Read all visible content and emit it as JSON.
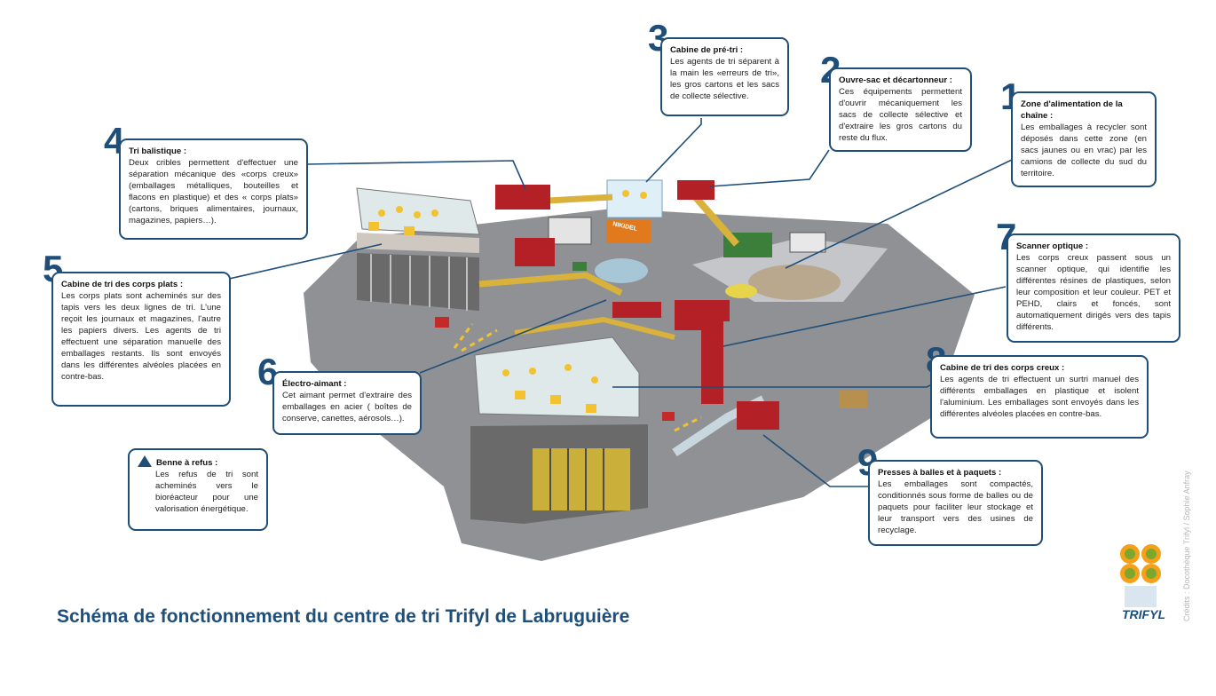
{
  "title": "Schéma de fonctionnement du centre de tri Trifyl de Labruguière",
  "credit": "Crédits : Docothèque Trifyl / Sophie Anfray",
  "logo_text": "TRIFYL",
  "machine_label": "NIKIDEL",
  "steps": [
    {
      "num": "1",
      "title": "Zone d'alimentation de la chaîne :",
      "text": "Les emballages à recycler sont déposés dans cette zone (en sacs jaunes ou en vrac) par les camions de collecte du sud du territoire."
    },
    {
      "num": "2",
      "title": "Ouvre-sac et décartonneur :",
      "text": "Ces équipements permettent d'ouvrir mécaniquement les sacs de collecte sélective et d'extraire les gros cartons du reste du flux."
    },
    {
      "num": "3",
      "title": "Cabine de pré-tri :",
      "text": "Les agents de tri séparent à la main les «erreurs de tri», les gros cartons et les sacs de collecte sélective."
    },
    {
      "num": "4",
      "title": "Tri balistique :",
      "text": "Deux cribles permettent d'effectuer une séparation mécanique des «corps creux» (emballages métalliques, bouteilles et flacons en plastique) et des « corps plats» (cartons, briques alimentaires, journaux, magazines, papiers…)."
    },
    {
      "num": "5",
      "title": "Cabine de tri des corps plats :",
      "text": "Les corps plats sont acheminés sur des tapis vers les deux lignes de tri. L'une reçoit les journaux et magazines, l'autre les papiers divers. Les agents de tri effectuent une séparation manuelle des emballages restants. Ils sont envoyés dans les différentes alvéoles placées en contre-bas."
    },
    {
      "num": "6",
      "title": "Électro-aimant :",
      "text": "Cet aimant permet d'extraire des emballages en acier ( boîtes de conserve, canettes, aérosols…)."
    },
    {
      "num": "7",
      "title": "Scanner optique :",
      "text": "Les corps creux passent sous un scanner optique, qui identifie les différentes résines de plastiques, selon leur composition et leur couleur. PET et PEHD, clairs et foncés, sont automatiquement dirigés vers des tapis différents."
    },
    {
      "num": "8",
      "title": "Cabine de tri des corps creux :",
      "text": "Les agents de tri effectuent un surtri manuel des différents emballages en plastique et isolent l'aluminium. Les emballages sont envoyés dans les différentes alvéoles placées en contre-bas."
    },
    {
      "num": "9",
      "title": "Presses à balles et à paquets :",
      "text": "Les emballages sont compactés, conditionnés sous forme de balles ou de paquets pour faciliter leur stockage et leur transport vers des usines de recyclage."
    }
  ],
  "legend": {
    "title": "Benne à refus :",
    "text": "Les refus de tri sont acheminés vers le bioréacteur pour une valorisation énergétique."
  },
  "colors": {
    "brand_blue": "#1f4e79",
    "floor_gray": "#8f9194",
    "machine_red": "#b32025",
    "worker_yellow": "#f2c230",
    "logo_green": "#7aa72c",
    "logo_orange": "#f6a01a"
  }
}
